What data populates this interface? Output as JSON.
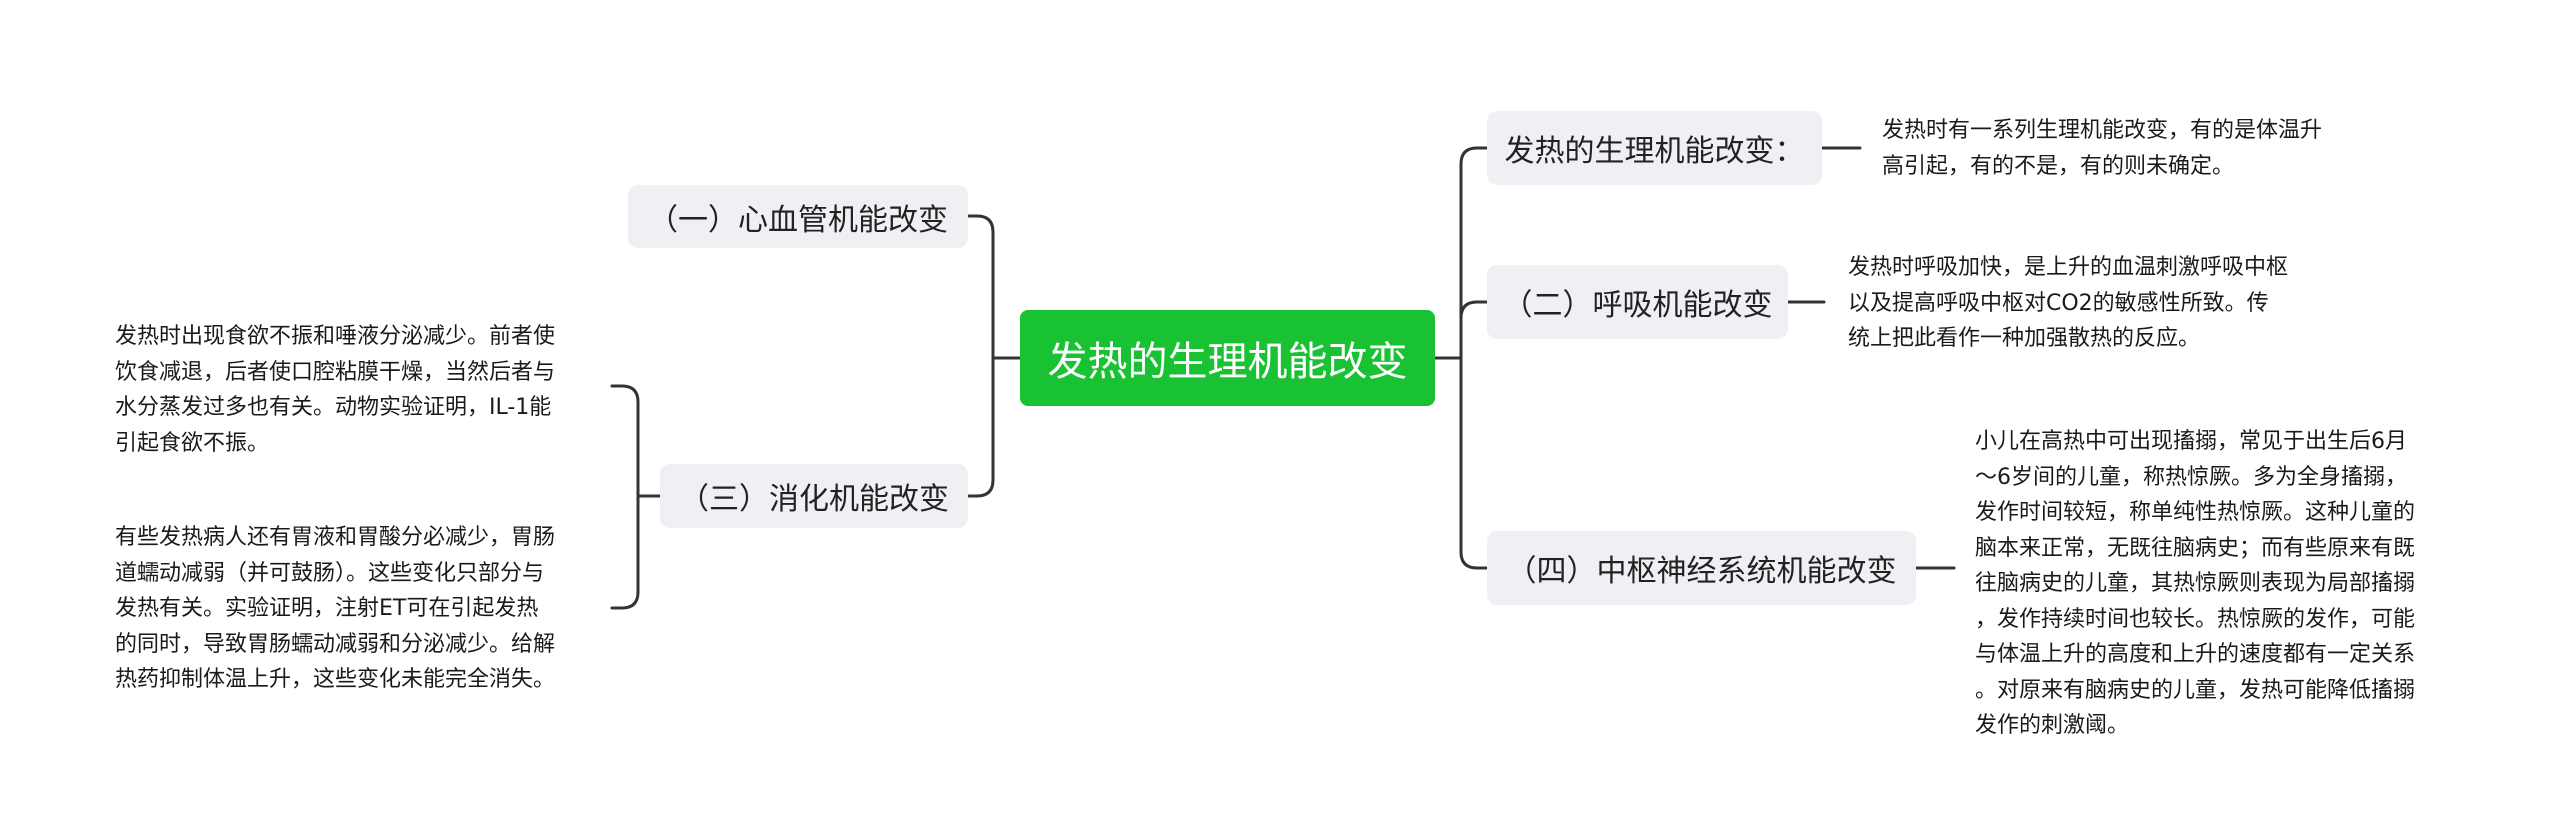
{
  "center": {
    "label": "发热的生理机能改变"
  },
  "left": {
    "cardio": {
      "label": "（一）心血管机能改变"
    },
    "digest": {
      "label": "（三）消化机能改变",
      "notes": [
        "发热时出现食欲不振和唾液分泌减少。前者使\n饮食减退，后者使口腔粘膜干燥，当然后者与\n水分蒸发过多也有关。动物实验证明，IL-1能\n引起食欲不振。",
        "有些发热病人还有胃液和胃酸分必减少，胃肠\n道蠕动减弱（并可鼓肠）。这些变化只部分与\n发热有关。实验证明，注射ET可在引起发热\n的同时，导致胃肠蠕动减弱和分泌减少。给解\n热药抑制体温上升，这些变化未能完全消失。"
      ]
    }
  },
  "right": {
    "general": {
      "label": "发热的生理机能改变：",
      "note": "发热时有一系列生理机能改变，有的是体温升\n高引起，有的不是，有的则未确定。"
    },
    "respiratory": {
      "label": "（二）呼吸机能改变",
      "note": "发热时呼吸加快，是上升的血温刺激呼吸中枢\n以及提高呼吸中枢对CO2的敏感性所致。传\n统上把此看作一种加强散热的反应。"
    },
    "cns": {
      "label": "（四）中枢神经系统机能改变",
      "note": "小儿在高热中可出现搐搦，常见于出生后6月\n～6岁间的儿童，称热惊厥。多为全身搐搦，\n发作时间较短，称单纯性热惊厥。这种儿童的\n脑本来正常，无既往脑病史；而有些原来有既\n往脑病史的儿童，其热惊厥则表现为局部搐搦\n，发作持续时间也较长。热惊厥的发作，可能\n与体温上升的高度和上升的速度都有一定关系\n。对原来有脑病史的儿童，发热可能降低搐搦\n发作的刺激阈。"
    }
  }
}
